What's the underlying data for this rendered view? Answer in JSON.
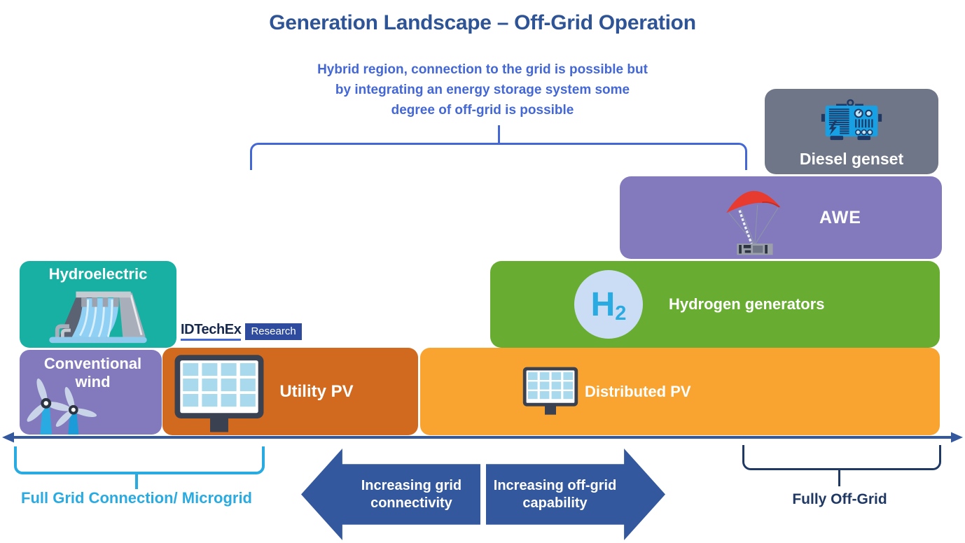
{
  "title": "Generation Landscape – Off-Grid Operation",
  "hybrid_note": {
    "line1": "Hybrid region, connection to the grid is possible but",
    "line2": "by integrating an energy storage system some",
    "line3": "degree of off-grid is possible"
  },
  "blocks": {
    "diesel_genset": {
      "label": "Diesel genset",
      "color": "#6F7688"
    },
    "awe": {
      "label": "AWE",
      "color": "#837ABE"
    },
    "hydrogen_generators": {
      "label": "Hydrogen generators",
      "color": "#68AD31",
      "icon": {
        "symbol": "H",
        "subscript": "2"
      }
    },
    "hydroelectric": {
      "label": "Hydroelectric",
      "color": "#19B0A4"
    },
    "conventional_wind": {
      "label": "Conventional wind",
      "color": "#837ABE"
    },
    "utility_pv": {
      "label": "Utility PV",
      "color": "#D1691E"
    },
    "distributed_pv": {
      "label": "Distributed PV",
      "color": "#F9A431"
    }
  },
  "bottom": {
    "full_grid_label": "Full Grid Connection/ Microgrid",
    "fully_offgrid_label": "Fully Off-Grid",
    "arrow_left_label": "Increasing grid connectivity",
    "arrow_right_label": "Increasing off-grid capability"
  },
  "logo": {
    "brand": "IDTechEx",
    "division": "Research"
  },
  "colors": {
    "title_navy": "#2F5496",
    "hybrid_blue": "#4467D6",
    "cyan": "#29ABE2",
    "dark_navy": "#1F3864",
    "arrow_blue": "#34589E",
    "icon_blue": "#18A0E4"
  }
}
